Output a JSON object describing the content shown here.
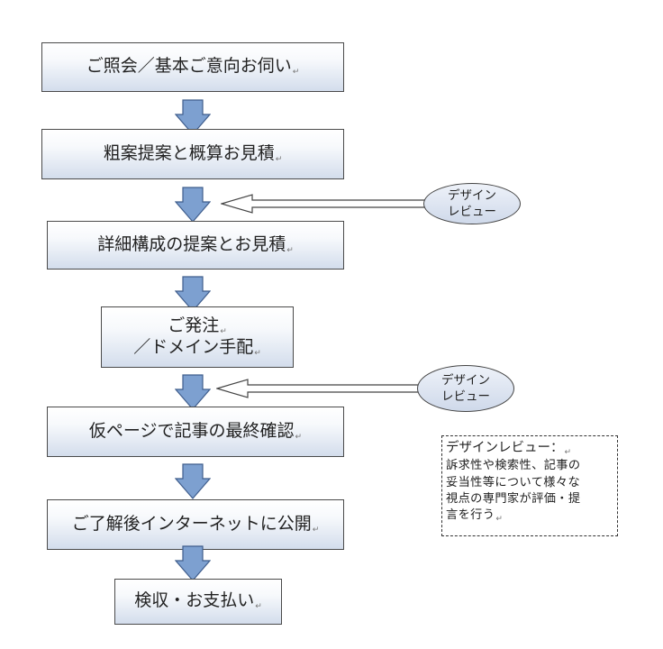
{
  "flow": {
    "steps": [
      {
        "lines": [
          "ご照会／基本ご意向お伺い"
        ]
      },
      {
        "lines": [
          "粗案提案と概算お見積"
        ]
      },
      {
        "lines": [
          "詳細構成の提案とお見積"
        ]
      },
      {
        "lines": [
          "ご発注",
          "／ドメイン手配"
        ]
      },
      {
        "lines": [
          "仮ページで記事の最終確認"
        ]
      },
      {
        "lines": [
          "ご了解後インターネットに公開"
        ]
      },
      {
        "lines": [
          "検収・お支払い"
        ]
      }
    ],
    "review_bubbles": [
      {
        "lines": [
          "デザイン",
          "レビュー"
        ]
      },
      {
        "lines": [
          "デザイン",
          "レビュー"
        ]
      }
    ],
    "paragraph_mark": "↵"
  },
  "note": {
    "title": "デザインレビュー：",
    "lines": [
      "訴求性や検索性、記事の",
      "妥当性等について様々な",
      "視点の専門家が評価・提",
      "言を行う"
    ]
  },
  "colors": {
    "arrow_fill": "#7da0d0",
    "arrow_stroke": "#3f5d8c",
    "box_gradient_bottom": "#d3ddec",
    "bubble_fill": "#d9e2f0"
  }
}
